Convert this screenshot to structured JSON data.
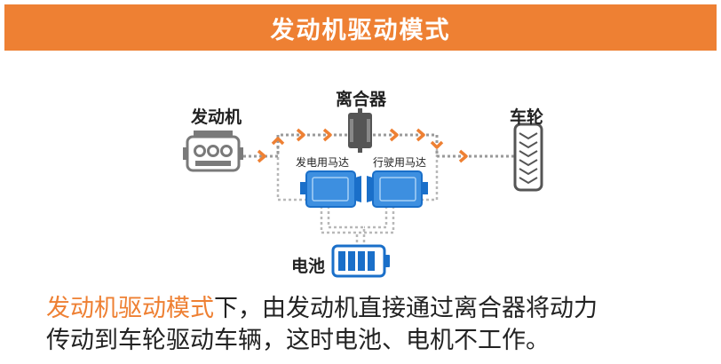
{
  "header": {
    "title": "发动机驱动模式"
  },
  "diagram": {
    "engine_label": "发动机",
    "clutch_label": "离合器",
    "wheel_label": "车轮",
    "generator_label": "发电用马达",
    "drive_motor_label": "行驶用马达",
    "battery_label": "电池",
    "icons": [
      "engine-icon",
      "clutch-icon",
      "wheel-icon",
      "generator-motor-icon",
      "drive-motor-icon",
      "battery-icon"
    ]
  },
  "caption": {
    "highlight": "发动机驱动模式",
    "line1_rest": "下，由发动机直接通过离合器将动力",
    "line2": "传动到车轮驱动车辆，这时电池、电机不工作。"
  },
  "colors": {
    "accent": "#ee8033",
    "motor_blue": "#3d8fe0",
    "battery_blue": "#1a6fc9",
    "path_gray": "#9a9a9a",
    "text": "#222222"
  }
}
